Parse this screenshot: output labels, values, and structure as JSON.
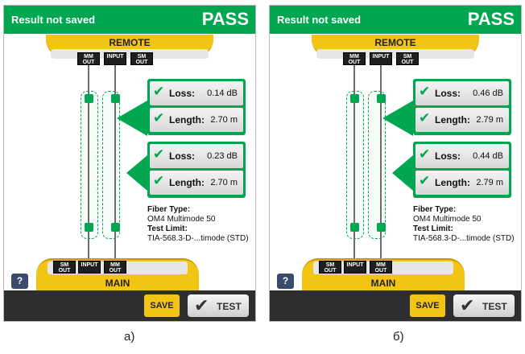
{
  "panels": [
    {
      "header_status": "Result not saved",
      "header_result": "PASS",
      "remote_label": "REMOTE",
      "main_label": "MAIN",
      "remote_ports": [
        {
          "l1": "MM",
          "l2": "OUT"
        },
        {
          "l1": "INPUT",
          "l2": ""
        },
        {
          "l1": "SM",
          "l2": "OUT"
        }
      ],
      "main_ports": [
        {
          "l1": "SM",
          "l2": "OUT"
        },
        {
          "l1": "INPUT",
          "l2": ""
        },
        {
          "l1": "MM",
          "l2": "OUT"
        }
      ],
      "results": [
        {
          "loss_label": "Loss:",
          "loss_value": "0.14 dB",
          "length_label": "Length:",
          "length_value": "2.70 m"
        },
        {
          "loss_label": "Loss:",
          "loss_value": "0.23 dB",
          "length_label": "Length:",
          "length_value": "2.70 m"
        }
      ],
      "fiber_type_label": "Fiber Type:",
      "fiber_type_value": "OM4 Multimode 50",
      "test_limit_label": "Test Limit:",
      "test_limit_value": "TIA-568.3-D-...timode (STD)",
      "help_label": "?",
      "save_label": "SAVE",
      "test_label": "TEST",
      "caption": "a)"
    },
    {
      "header_status": "Result not saved",
      "header_result": "PASS",
      "remote_label": "REMOTE",
      "main_label": "MAIN",
      "remote_ports": [
        {
          "l1": "MM",
          "l2": "OUT"
        },
        {
          "l1": "INPUT",
          "l2": ""
        },
        {
          "l1": "SM",
          "l2": "OUT"
        }
      ],
      "main_ports": [
        {
          "l1": "SM",
          "l2": "OUT"
        },
        {
          "l1": "INPUT",
          "l2": ""
        },
        {
          "l1": "MM",
          "l2": "OUT"
        }
      ],
      "results": [
        {
          "loss_label": "Loss:",
          "loss_value": "0.46 dB",
          "length_label": "Length:",
          "length_value": "2.79 m"
        },
        {
          "loss_label": "Loss:",
          "loss_value": "0.44 dB",
          "length_label": "Length:",
          "length_value": "2.79 m"
        }
      ],
      "fiber_type_label": "Fiber Type:",
      "fiber_type_value": "OM4 Multimode 50",
      "test_limit_label": "Test Limit:",
      "test_limit_value": "TIA-568.3-D-...timode (STD)",
      "help_label": "?",
      "save_label": "SAVE",
      "test_label": "TEST",
      "caption": "б)"
    }
  ],
  "colors": {
    "header_green": "#00a650",
    "unit_yellow": "#f2c413",
    "bar_dark": "#2e2e2e"
  },
  "icons": [
    "check-icon",
    "help-icon"
  ]
}
